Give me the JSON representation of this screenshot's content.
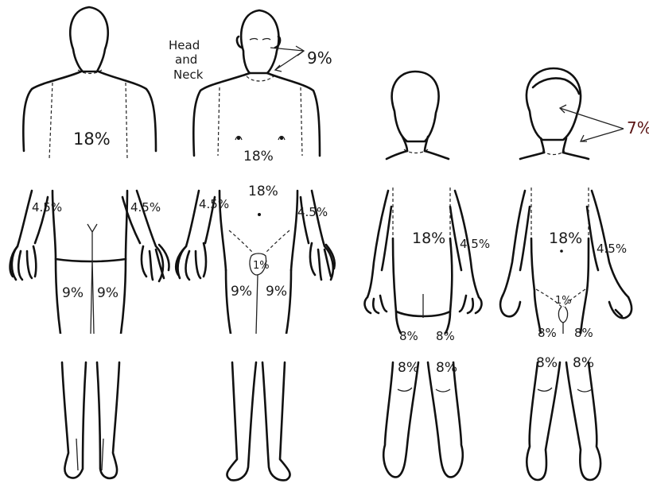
{
  "header": {
    "head_neck_label_line1": "Head",
    "head_neck_label_line2": "and",
    "head_neck_label_line3": "Neck",
    "adult_head_pct": "9%",
    "child_head_pct": "7%"
  },
  "adult_back": {
    "trunk_pct": "18%",
    "left_arm_pct": "4.5%",
    "right_arm_pct": "4.5%",
    "left_leg_pct": "9%",
    "right_leg_pct": "9%"
  },
  "adult_front": {
    "upper_trunk_pct": "18%",
    "lower_trunk_pct": "18%",
    "left_arm_pct": "4.5%",
    "right_arm_pct": "4.5%",
    "genital_pct": "1%",
    "left_leg_pct": "9%",
    "right_leg_pct": "9%"
  },
  "child_back": {
    "trunk_pct": "18%",
    "arm_pct": "4.5%",
    "upper_left_leg_pct": "8%",
    "upper_right_leg_pct": "8%",
    "left_leg_pct": "8%",
    "right_leg_pct": "8%"
  },
  "child_front": {
    "trunk_pct": "18%",
    "arm_pct": "4.5%",
    "genital_pct": "1%",
    "upper_left_leg_pct": "8%",
    "upper_right_leg_pct": "8%",
    "left_leg_pct": "8%",
    "right_leg_pct": "8%"
  },
  "colors": {
    "ink": "#111111",
    "child_head_label": "#5a1414"
  }
}
